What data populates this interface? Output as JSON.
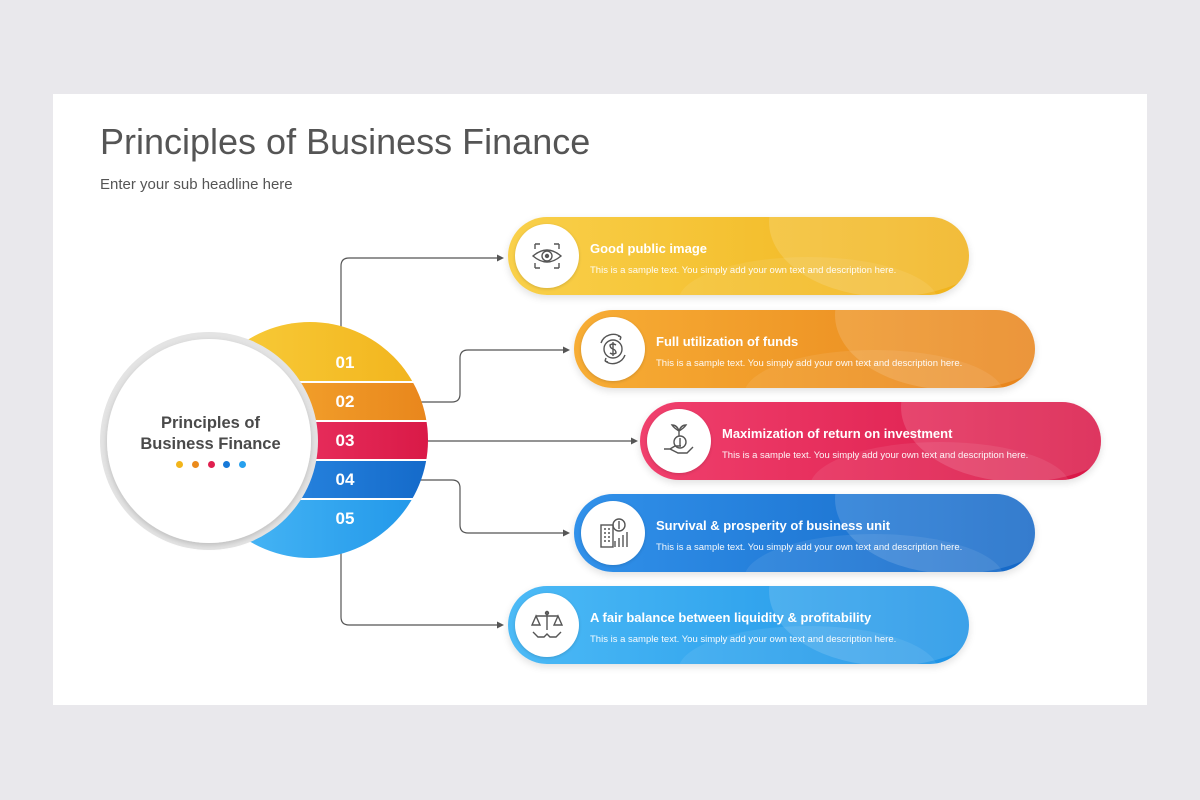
{
  "title": "Principles of Business Finance",
  "subtitle": "Enter your sub headline here",
  "hub": {
    "line1": "Principles of",
    "line2": "Business Finance"
  },
  "colors": {
    "yellow": "#f2b51b",
    "orange": "#ea8a1c",
    "red": "#e0204f",
    "blue": "#1779d8",
    "light_blue": "#27a0ee"
  },
  "dot_colors": [
    "#f2b51b",
    "#ea8a1c",
    "#e0204f",
    "#1779d8",
    "#27a0ee"
  ],
  "items": [
    {
      "number": "01",
      "title": "Good public image",
      "desc": "This is a sample text. You simply add your own text and description here.",
      "icon": "eye-icon"
    },
    {
      "number": "02",
      "title": "Full utilization of funds",
      "desc": "This is a sample text. You simply add your own text and description here.",
      "icon": "dollar-cycle-icon"
    },
    {
      "number": "03",
      "title": "Maximization of return on investment",
      "desc": "This is a sample text. You simply add your own text and description here.",
      "icon": "hand-money-plant-icon"
    },
    {
      "number": "04",
      "title": "Survival & prosperity of business unit",
      "desc": "This is a sample text. You simply add your own text and description here.",
      "icon": "building-growth-icon"
    },
    {
      "number": "05",
      "title": "A fair balance between liquidity & profitability",
      "desc": "This is a sample text. You simply add your own text and description here.",
      "icon": "balance-scale-icon"
    }
  ]
}
